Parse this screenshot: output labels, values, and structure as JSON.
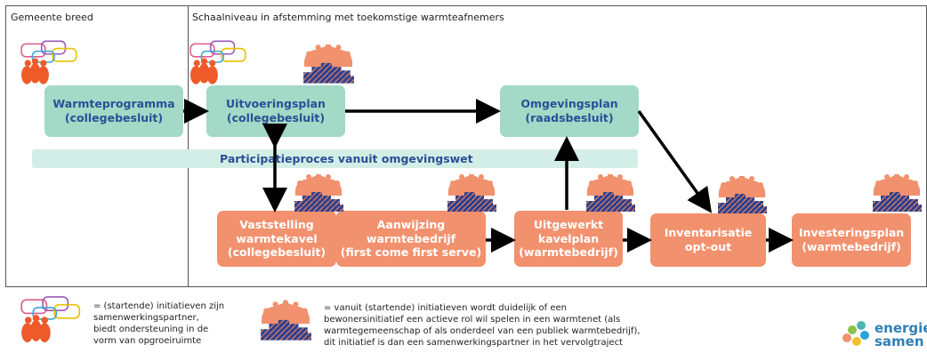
{
  "headers": {
    "left": "Gemeente breed",
    "right": "Schaalniveau in afstemming met toekomstige warmteafnemers"
  },
  "boxes": {
    "warmteprogramma": [
      "Warmteprogramma",
      "(collegebesluit)"
    ],
    "uitvoeringsplan": [
      "Uitvoeringsplan",
      "(collegebesluit)"
    ],
    "omgevingsplan": [
      "Omgevingsplan",
      "(raadsbesluit)"
    ],
    "vaststelling": [
      "Vaststelling",
      "warmtekavel",
      "(collegebesluit)"
    ],
    "aanwijzing": [
      "Aanwijzing",
      "warmtebedrijf",
      "(first come first serve)"
    ],
    "uitgewerkt": [
      "Uitgewerkt",
      "kavelplan",
      "(warmtebedrijf)"
    ],
    "inventarisatie": [
      "Inventarisatie",
      "opt-out"
    ],
    "investeringsplan": [
      "Investeringsplan",
      "(warmtebedrijf)"
    ]
  },
  "participatie": "Participatieproces vanuit omgevingswet",
  "legend": {
    "speech": [
      "= (startende) initiatieven zijn",
      "samenwerkingspartner,",
      "biedt ondersteuning in de",
      "vorm van opgroeiruimte"
    ],
    "community": [
      "= vanuit (startende) initiatieven wordt duidelijk of een",
      "bewonersinitiatief een actieve rol wil spelen in een warmtenet (als",
      "warmtegemeenschap of als onderdeel van een publiek warmtebedrijf),",
      "dit initiatief is dan een samenwerkingspartner in het vervolgtraject"
    ]
  },
  "logo": [
    "energie",
    "samen"
  ],
  "colors": {
    "green_box": "#a3d9c6",
    "orange_box": "#f2916e",
    "green_text": "#2a4f97",
    "band": "#d3eee6"
  }
}
